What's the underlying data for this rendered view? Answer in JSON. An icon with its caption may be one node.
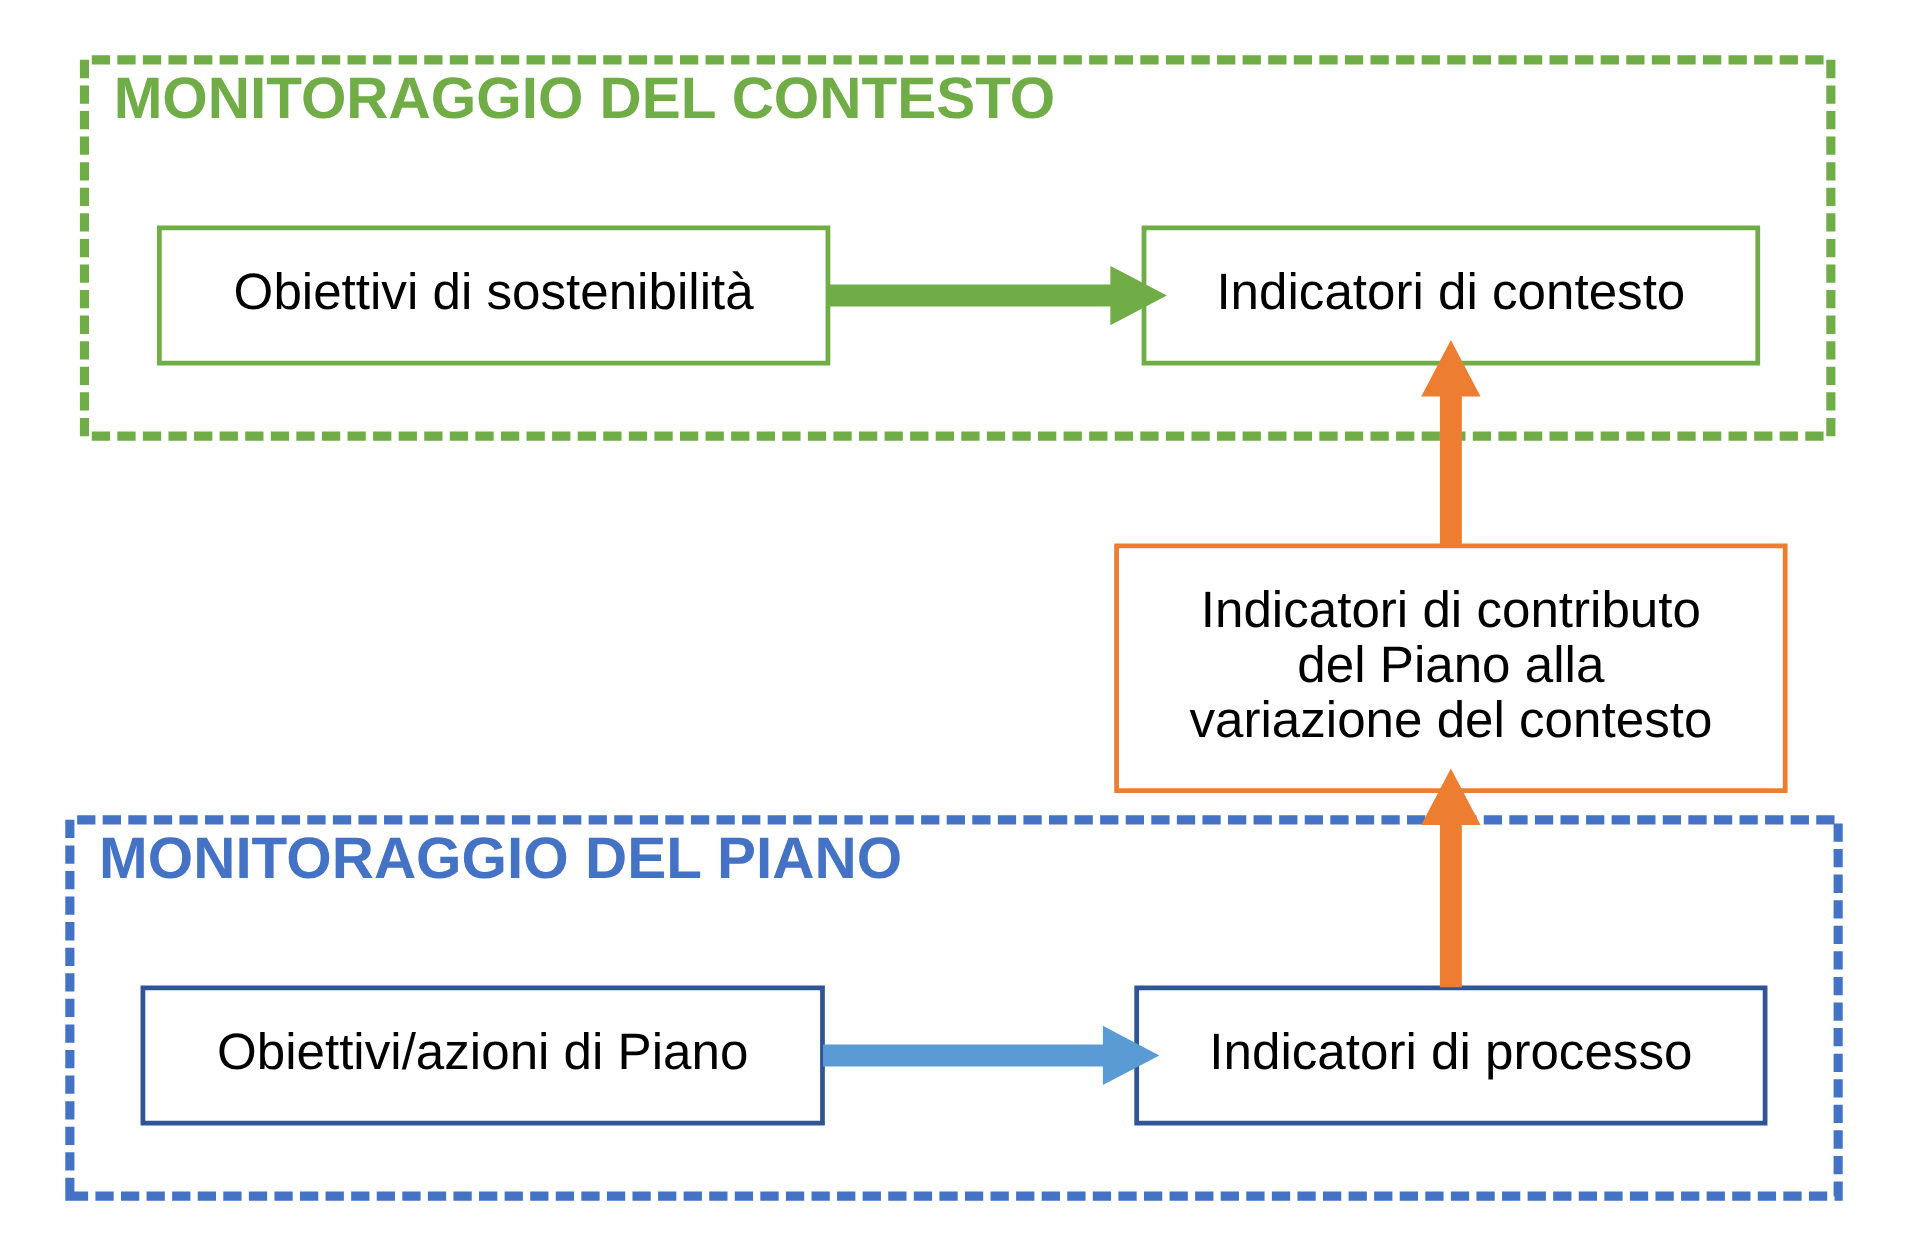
{
  "diagram": {
    "nodes": [
      {
        "text": [
          "MONITORAGGIO DEL CONTESTO"
        ]
      },
      {
        "text": [
          "Obiettivi di sostenibilità"
        ],
        "in": 0
      },
      {
        "text": [
          "Indicatori di contesto"
        ],
        "in": 0
      },
      {
        "text": [
          "Indicatori di contributo del Piano alla variazione del contesto"
        ]
      },
      {
        "text": [
          "MONITORAGGIO DEL PIANO"
        ]
      },
      {
        "text": [
          "Obiettivi/azioni di Piano"
        ],
        "in": 4
      },
      {
        "text": [
          "Indicatori di processo"
        ],
        "in": 4
      }
    ],
    "edges": [
      {
        "from": 1,
        "to": 2,
        "arrow": "to",
        "color": "#70ad47"
      },
      {
        "from": 3,
        "to": 2,
        "arrow": "to",
        "color": "#ed7d31"
      },
      {
        "from": 6,
        "to": 3,
        "arrow": "to",
        "color": "#ed7d31"
      },
      {
        "from": 5,
        "to": 6,
        "arrow": "to",
        "color": "#5b9bd5"
      }
    ]
  }
}
